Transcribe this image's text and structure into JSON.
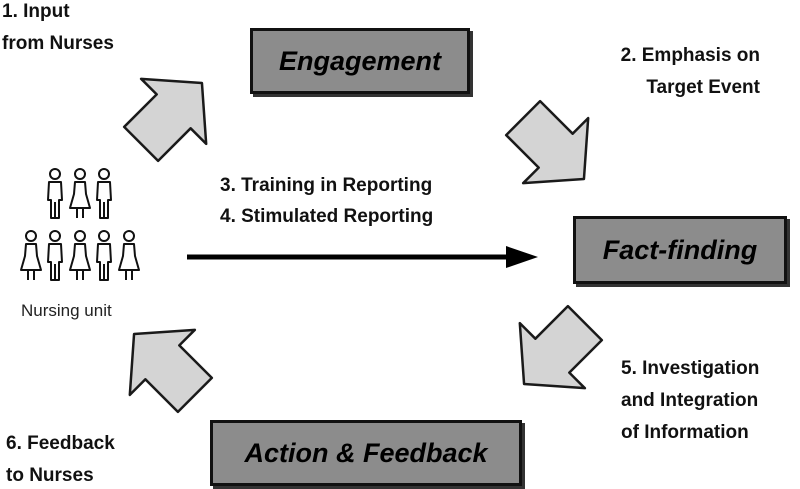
{
  "boxes": {
    "engagement": "Engagement",
    "fact_finding": "Fact-finding",
    "action_feedback": "Action & Feedback"
  },
  "steps": {
    "input": "1. Input\nfrom Nurses",
    "emphasis": "2. Emphasis on\nTarget Event",
    "training": "3. Training in Reporting",
    "stimulated": "4. Stimulated Reporting",
    "investigation": "5. Investigation\nand Integration\nof Information",
    "feedback": "6. Feedback\nto Nurses"
  },
  "unit_label": "Nursing unit",
  "icons": {
    "people": "person-icon",
    "arrows": "block-arrow-icon"
  },
  "colors": {
    "box_fill": "#8c8c8c",
    "arrow_fill": "#d4d4d4",
    "outline": "#111111"
  }
}
